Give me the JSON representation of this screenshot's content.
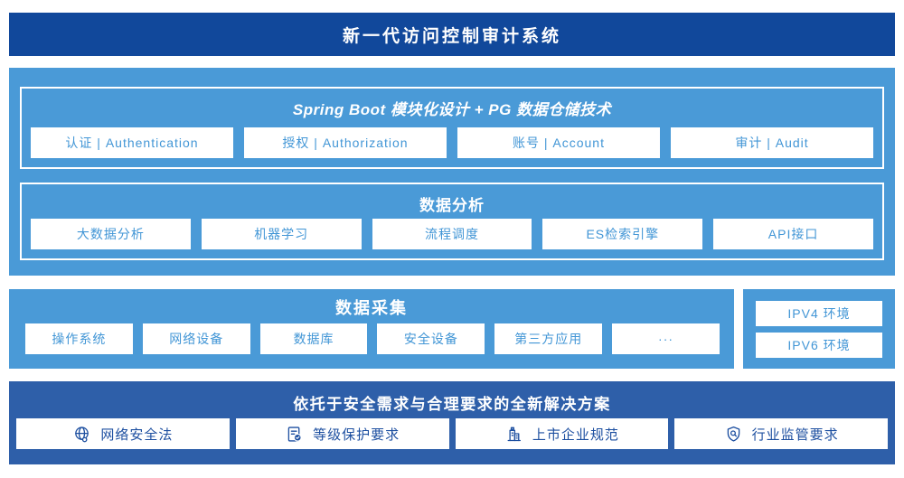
{
  "banner": {
    "title": "新一代访问控制审计系统"
  },
  "platform": {
    "modules": {
      "title": "Spring Boot 模块化设计 + PG 数据仓储技术",
      "items": [
        "认证 | Authentication",
        "授权 | Authorization",
        "账号 | Account",
        "审计 | Audit"
      ]
    },
    "analysis": {
      "title": "数据分析",
      "items": [
        "大数据分析",
        "机器学习",
        "流程调度",
        "ES检索引擎",
        "API接口"
      ]
    }
  },
  "collection": {
    "title": "数据采集",
    "items": [
      "操作系统",
      "网络设备",
      "数据库",
      "安全设备",
      "第三方应用",
      "···"
    ]
  },
  "environments": {
    "items": [
      "IPV4 环境",
      "IPV6 环境"
    ]
  },
  "solution": {
    "title": "依托于安全需求与合理要求的全新解决方案",
    "items": [
      {
        "icon": "globe-icon",
        "label": "网络安全法"
      },
      {
        "icon": "document-check-icon",
        "label": "等级保护要求"
      },
      {
        "icon": "building-icon",
        "label": "上市企业规范"
      },
      {
        "icon": "shield-search-icon",
        "label": "行业监管要求"
      }
    ]
  },
  "colors": {
    "banner_bg": "#11489B",
    "panel_bg": "#4A9AD7",
    "solution_bg": "#2E5FA9",
    "cell_text": "#4296D6",
    "solution_text": "#1D4FA0",
    "cell_bg": "#FFFFFF"
  }
}
